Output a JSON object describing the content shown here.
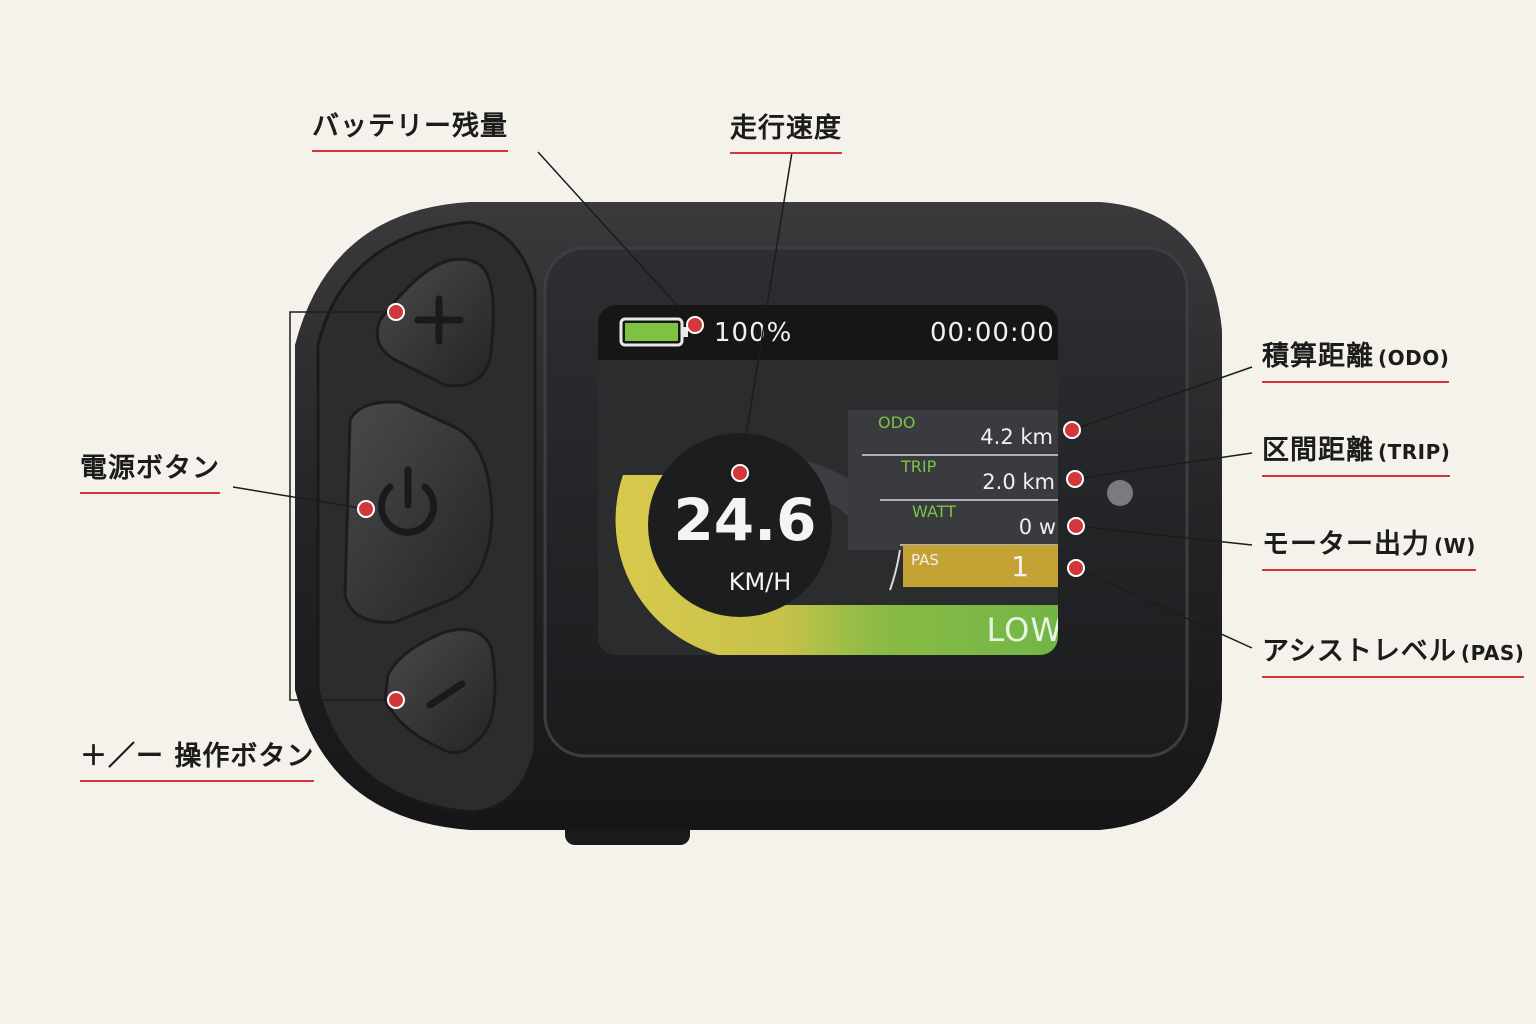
{
  "callouts": {
    "battery": "バッテリー残量",
    "speed": "走行速度",
    "power": "電源ボタン",
    "plusminus": "＋／ー 操作ボタン",
    "odo": {
      "label": "積算距離",
      "code": "(ODO)"
    },
    "trip": {
      "label": "区間距離",
      "code": "(TRIP)"
    },
    "watt": {
      "label": "モーター出力",
      "code": "(W)"
    },
    "pas": {
      "label": "アシストレベル",
      "code": "(PAS)"
    }
  },
  "screen": {
    "battery_percent": "100%",
    "battery_level": 1.0,
    "timer": "00:00:00",
    "speed_value": "24.6",
    "speed_unit": "KM/H",
    "rows": [
      {
        "label": "ODO",
        "value": "4.2 km"
      },
      {
        "label": "TRIP",
        "value": "2.0 km"
      },
      {
        "label": "WATT",
        "value": "0 w"
      },
      {
        "label": "PAS",
        "value": "1"
      }
    ],
    "mode": "LOW"
  },
  "colors": {
    "accent_red": "#d2383a",
    "label_green": "#7cc24a",
    "battery_green": "#7dc242",
    "pas_gold": "#c4a233",
    "arc_yellow": "#d9cc4c",
    "arc_green": "#6db546"
  },
  "icons": {
    "plus_button": "plus-icon",
    "power_button": "power-icon",
    "minus_button": "minus-icon",
    "battery": "battery-icon"
  }
}
